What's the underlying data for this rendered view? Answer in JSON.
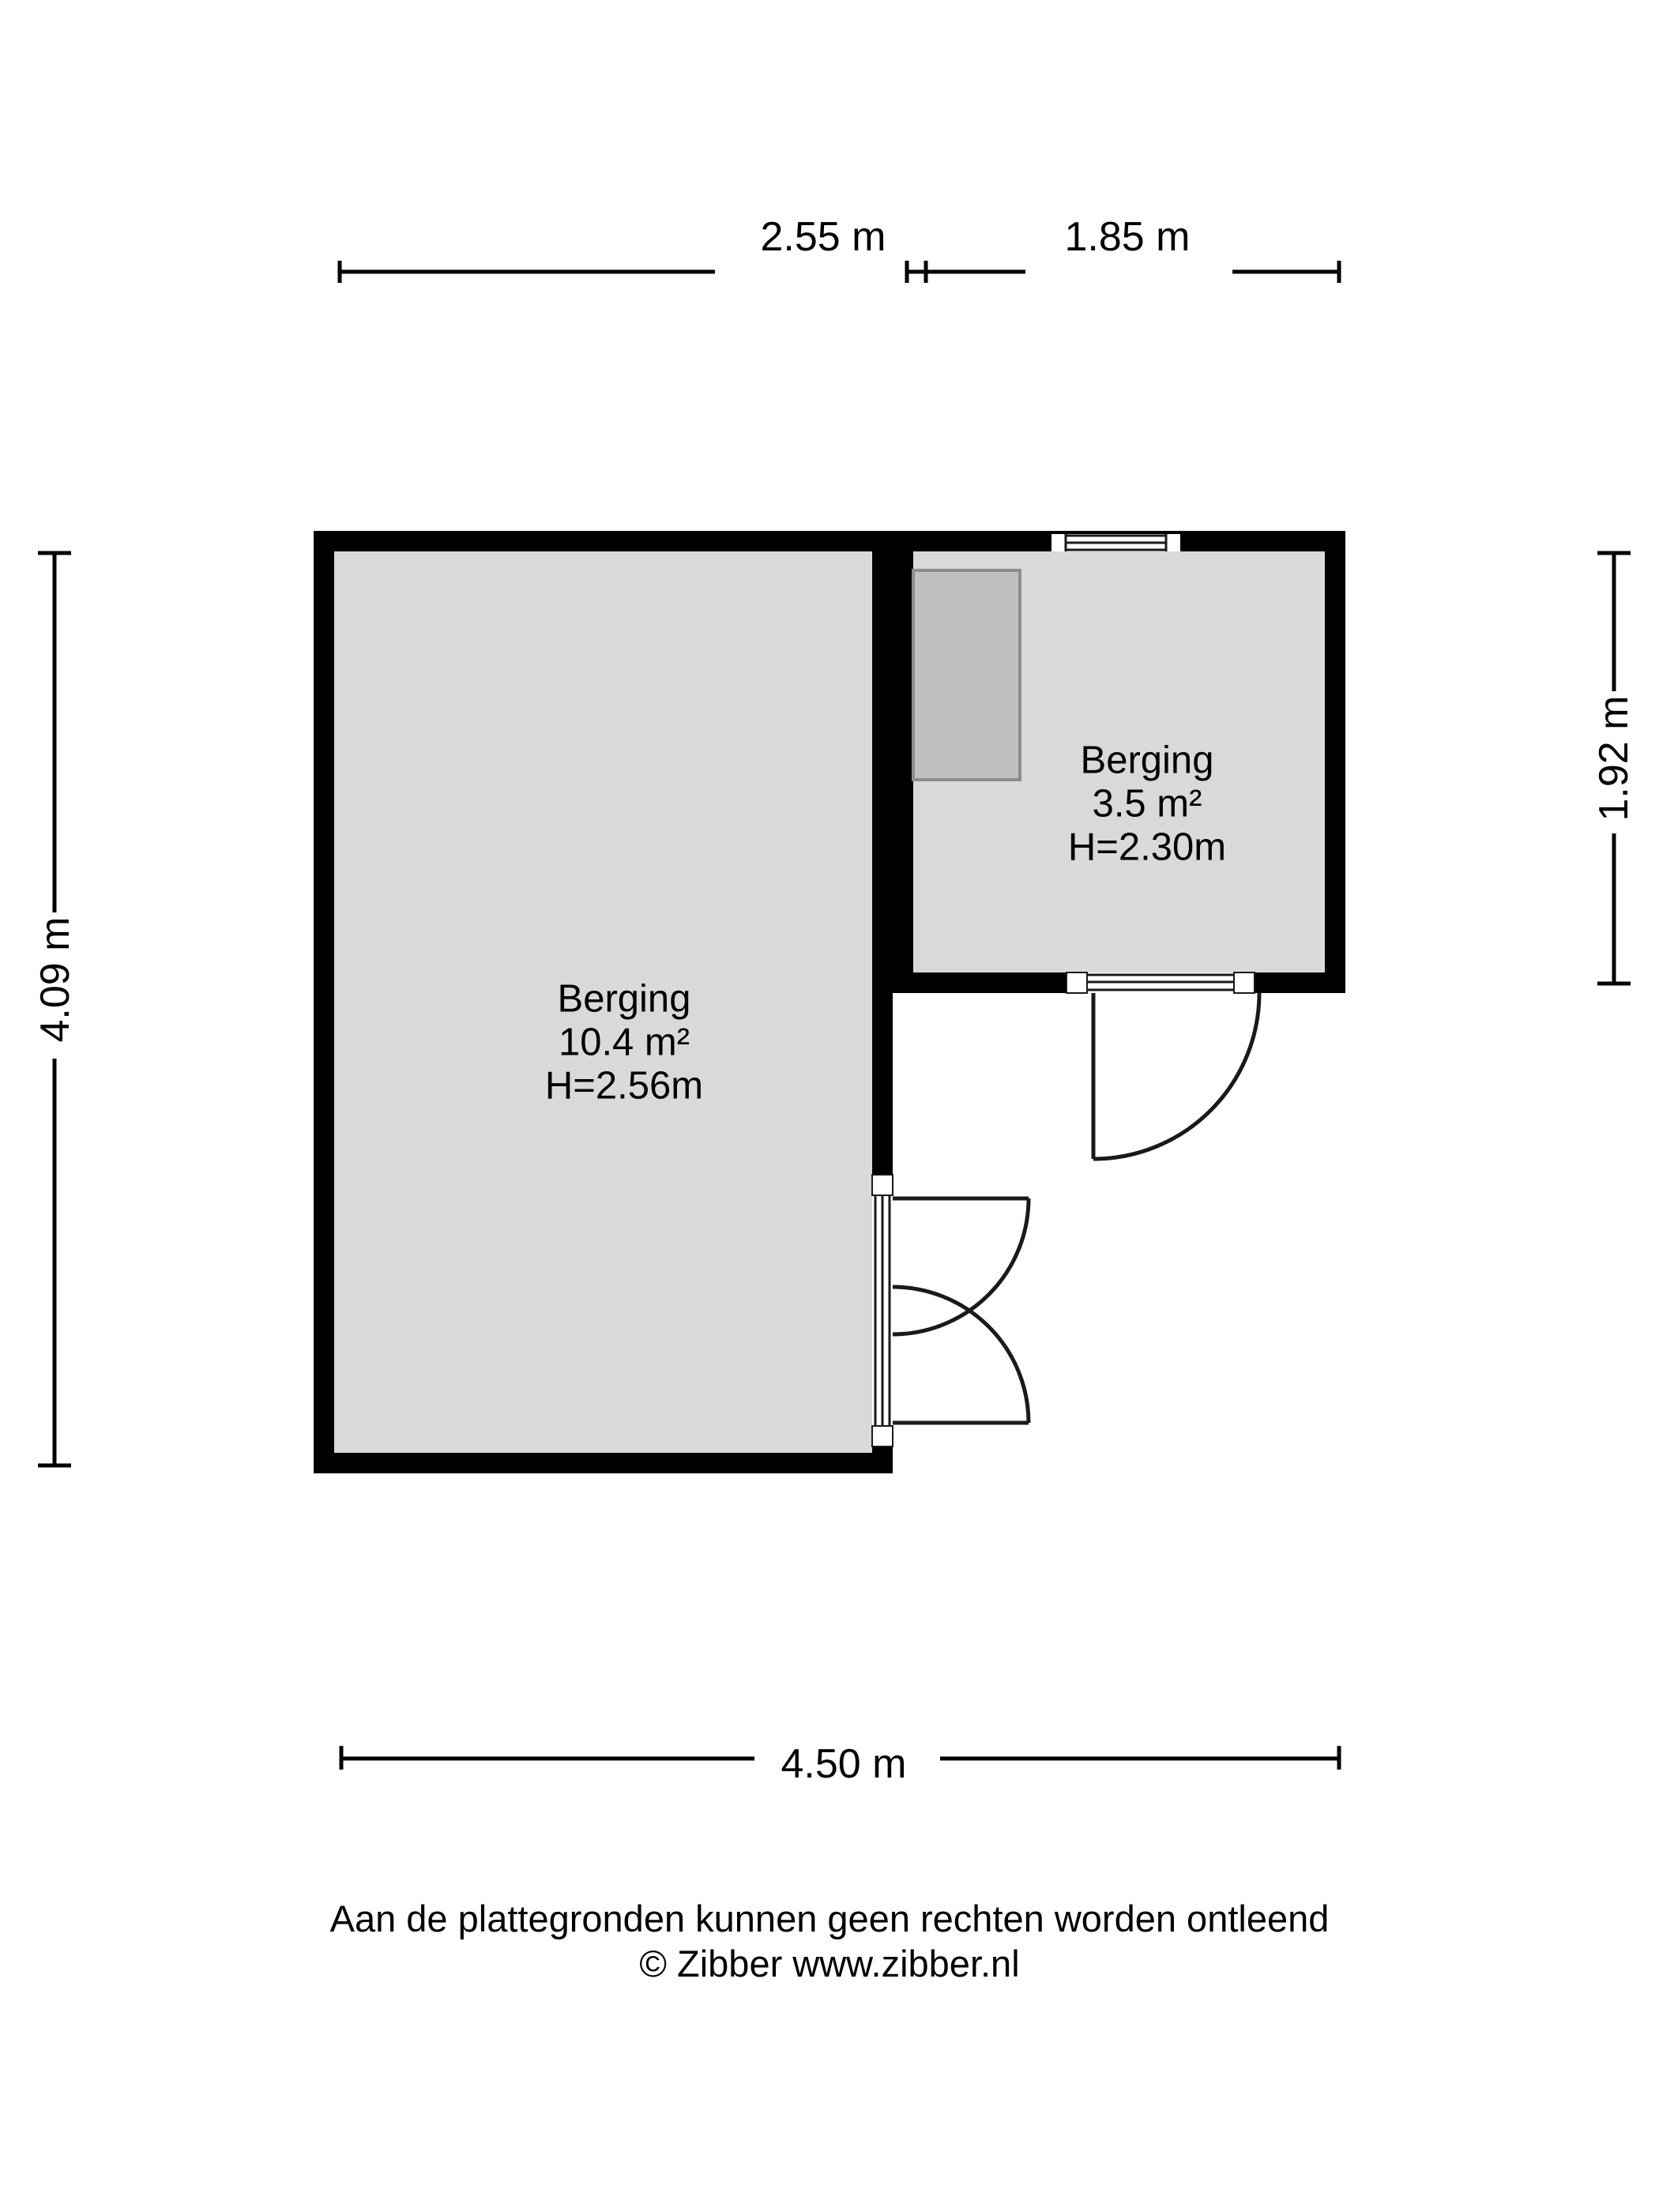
{
  "document": {
    "title": "Plattegrond Berging",
    "background_color": "#ffffff"
  },
  "colors": {
    "wall": "#000000",
    "room_fill": "#d9d9d9",
    "fixture_fill": "#bfbfbf",
    "fixture_stroke": "#8c8c8c",
    "line": "#000000",
    "text": "#000000",
    "door_stroke": "#1a1a1a"
  },
  "dimensions": {
    "top_left": {
      "label": "2.55 m",
      "value": 2.55,
      "unit": "m"
    },
    "top_right": {
      "label": "1.85 m",
      "value": 1.85,
      "unit": "m"
    },
    "left": {
      "label": "4.09 m",
      "value": 4.09,
      "unit": "m"
    },
    "right": {
      "label": "1.92 m",
      "value": 1.92,
      "unit": "m"
    },
    "bottom": {
      "label": "4.50 m",
      "value": 4.5,
      "unit": "m"
    }
  },
  "rooms": [
    {
      "id": "berging-large",
      "name": "Berging",
      "area": "10.4 m²",
      "height": "H=2.56m"
    },
    {
      "id": "berging-small",
      "name": "Berging",
      "area": "3.5 m²",
      "height": "H=2.30m"
    }
  ],
  "fixtures": [
    {
      "id": "cabinet-small-room",
      "icon": "cabinet-icon"
    }
  ],
  "openings": [
    {
      "id": "window-north",
      "icon": "window-icon",
      "wall": "north-small-room"
    },
    {
      "id": "door-small-room",
      "icon": "door-swing-icon",
      "wall": "south-small-room",
      "swing": "outward-left-hinge"
    },
    {
      "id": "double-door-large-room",
      "icon": "double-door-swing-icon",
      "wall": "east-large-room",
      "swing": "outward-both"
    }
  ],
  "footer": {
    "disclaimer": "Aan de plattegronden kunnen geen rechten worden ontleend",
    "copyright": "© Zibber www.zibber.nl"
  }
}
